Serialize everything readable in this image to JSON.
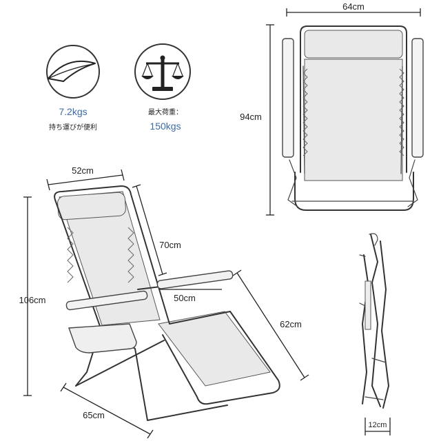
{
  "weight": {
    "value": "7.2kgs",
    "caption": "持ち運びが便利",
    "icon": "feather-icon"
  },
  "load": {
    "caption": "最大荷重：",
    "value": "150kgs",
    "icon": "balance-scale-icon"
  },
  "front_view": {
    "width_label": "64cm",
    "height_label": "94cm"
  },
  "side_view": {
    "back_width_label": "52cm",
    "back_length_label": "70cm",
    "seat_width_label": "50cm",
    "seat_length_label": "62cm",
    "height_label": "106cm",
    "base_depth_label": "65cm"
  },
  "folded_view": {
    "thickness_label": "12cm"
  },
  "colors": {
    "accent": "#3b6aa8",
    "line": "#222222",
    "icon_circle": "#333333"
  }
}
